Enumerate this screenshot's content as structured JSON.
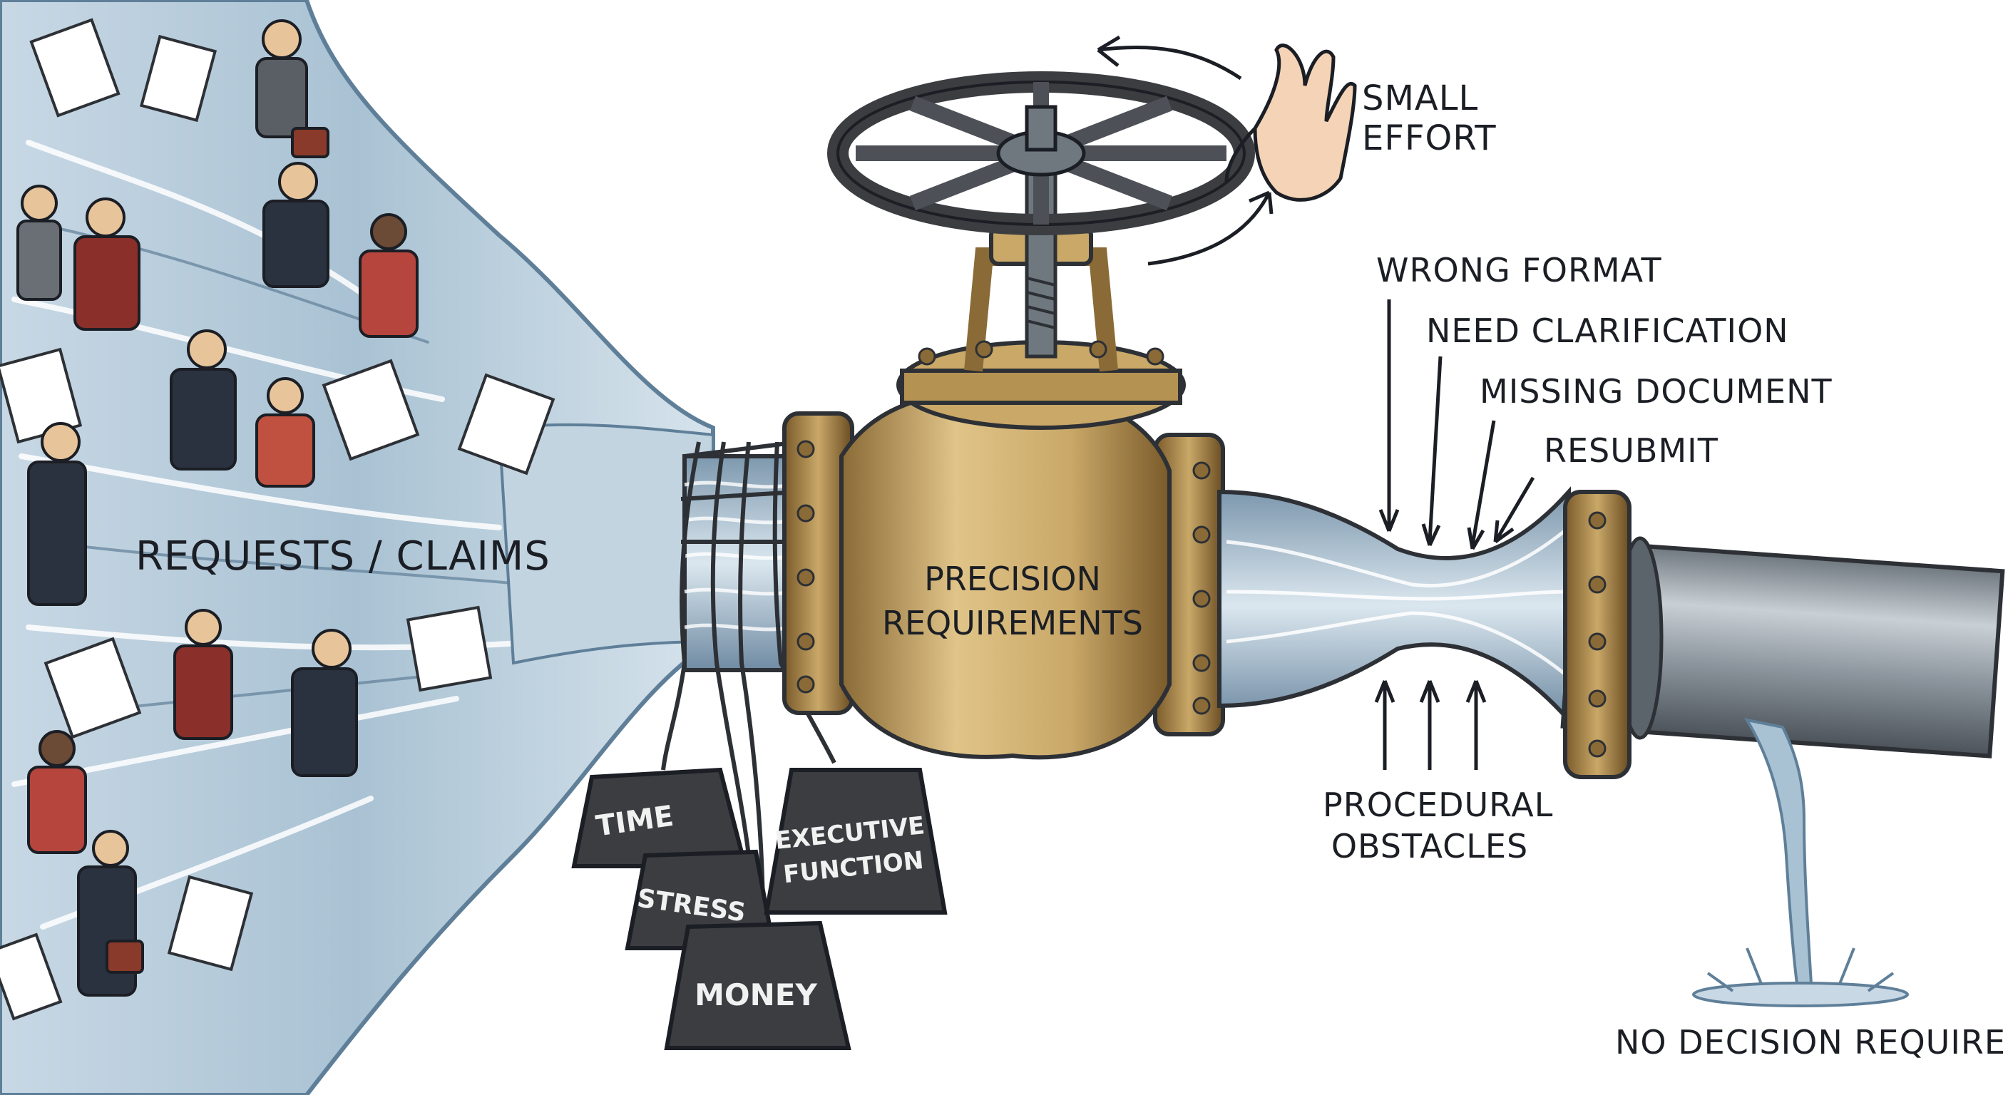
{
  "labels": {
    "requests": "REQUESTS / CLAIMS",
    "valve_line1": "PRECISION",
    "valve_line2": "REQUIREMENTS",
    "small_effort_line1": "SMALL",
    "small_effort_line2": "EFFORT",
    "wrong_format": "WRONG FORMAT",
    "need_clarification": "NEED CLARIFICATION",
    "missing_document": "MISSING DOCUMENT",
    "resubmit": "RESUBMIT",
    "procedural_line1": "PROCEDURAL",
    "procedural_line2": "OBSTACLES",
    "no_decision": "NO DECISION REQUIRED"
  },
  "weights": {
    "time": "TIME",
    "stress": "STRESS",
    "money": "MONEY",
    "executive_line1": "EXECUTIVE",
    "executive_line2": "FUNCTION"
  },
  "colors": {
    "water_light": "#dfe9f1",
    "water_mid": "#a9c2d3",
    "water_dark": "#5f7f99",
    "brass": "#c9a868",
    "brass_dark": "#8a6a36",
    "pipe": "#8e979f",
    "weight": "#3b3d40",
    "ink": "#1b1e24"
  }
}
